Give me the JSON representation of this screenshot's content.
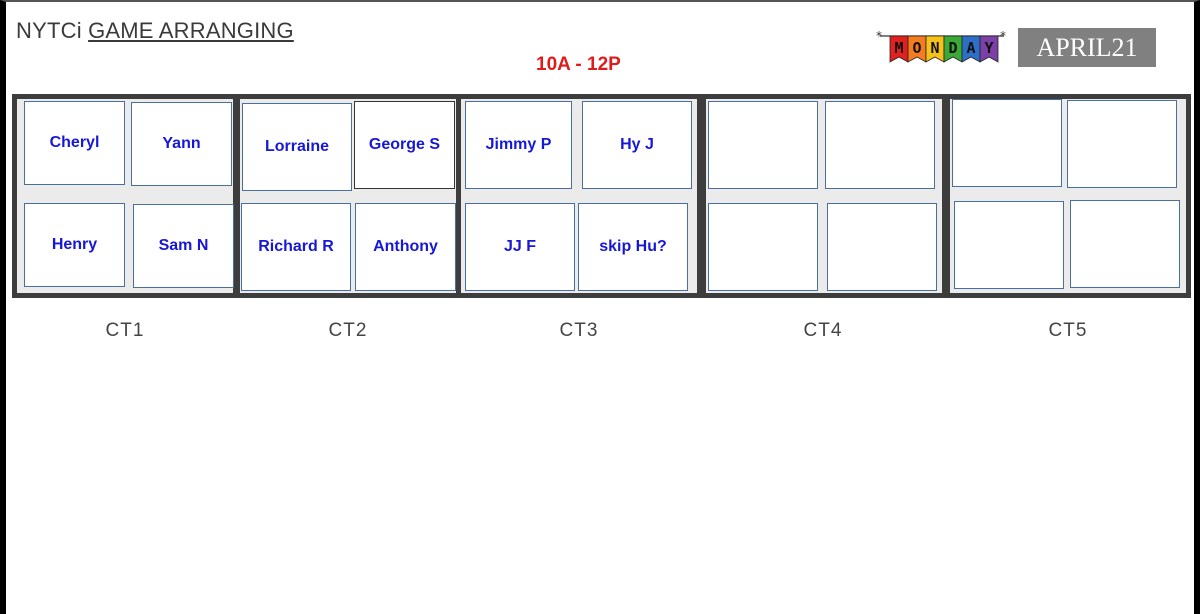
{
  "header": {
    "title_prefix": "NYTCi",
    "title_underlined": "GAME ARRANGING",
    "time_range": "10A - 12P",
    "day_letters": [
      "M",
      "O",
      "N",
      "D",
      "A",
      "Y"
    ],
    "date": "APRIL21"
  },
  "colors": {
    "flag_colors": [
      "#e0211f",
      "#f47b20",
      "#f6c21a",
      "#3aa935",
      "#2d6fc4",
      "#7b3fa6"
    ],
    "name_color": "#1717d6",
    "time_color": "#e01b1b"
  },
  "courts": [
    {
      "label": "CT1",
      "players": [
        "Cheryl",
        "Yann",
        "Henry",
        "Sam N"
      ]
    },
    {
      "label": "CT2",
      "players": [
        "Lorraine",
        "George S",
        "Richard R",
        "Anthony"
      ]
    },
    {
      "label": "CT3",
      "players": [
        "Jimmy P",
        "Hy J",
        "JJ F",
        "skip Hu?"
      ]
    },
    {
      "label": "CT4",
      "players": [
        "",
        "",
        "",
        ""
      ]
    },
    {
      "label": "CT5",
      "players": [
        "",
        "",
        "",
        ""
      ]
    }
  ]
}
